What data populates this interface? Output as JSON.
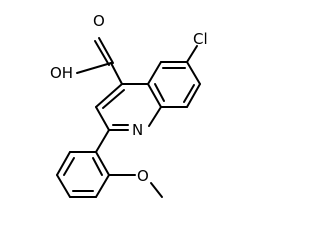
{
  "structure": {
    "atoms": {
      "hydroxyl": "OH",
      "carbonyl_oxygen": "O",
      "chlorine": "Cl",
      "ring_nitrogen": "N",
      "ether_oxygen": "O"
    },
    "colors": {
      "bond": "#000000",
      "label": "#000000",
      "background": "#ffffff"
    }
  }
}
